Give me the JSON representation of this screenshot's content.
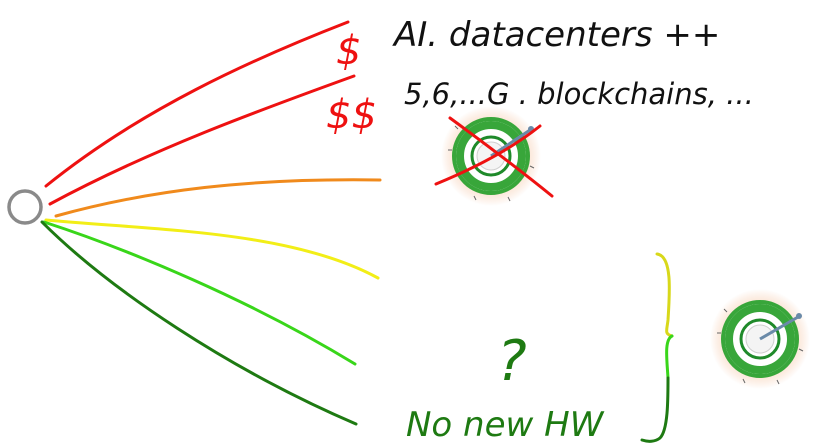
{
  "annotations": {
    "top_line_1": "AI. datacenters ++",
    "top_line_2": "5,6,...G . blockchains, ...",
    "dollar_single": "$",
    "dollar_double": "$$",
    "question_mark": "?",
    "no_new_hw": "No new HW"
  },
  "colors": {
    "red": "#ee1111",
    "orange": "#f08a1c",
    "yellow": "#f2ee17",
    "light_green": "#39d61a",
    "dark_green": "#1e7a12",
    "node": "#8a8a8a",
    "dial_outer_green": "#38a63a",
    "dial_inner_green": "#1f8a2a"
  },
  "icons": {
    "node": "circle-node",
    "dial_crossed": "dial-badge-crossed",
    "dial_plain": "dial-badge"
  }
}
